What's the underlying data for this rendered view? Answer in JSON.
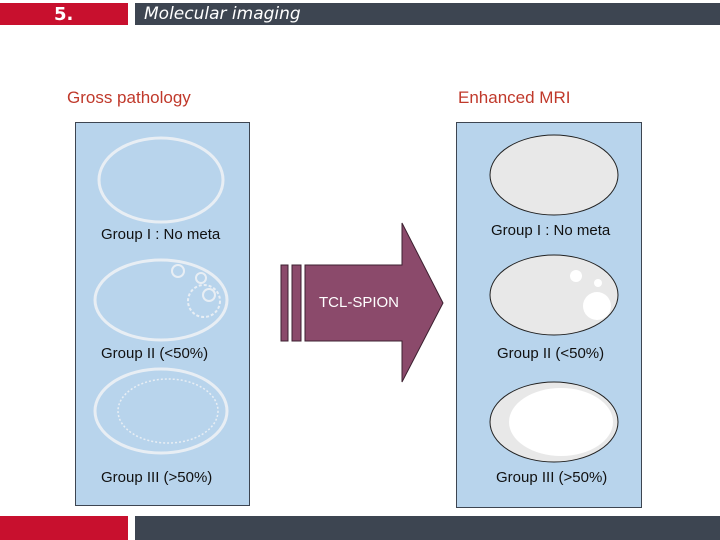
{
  "header": {
    "slide_number": "5.",
    "title": "Molecular imaging"
  },
  "left_column": {
    "heading": "Gross pathology",
    "groups": [
      {
        "label": "Group I : No meta"
      },
      {
        "label": "Group II (<50%)"
      },
      {
        "label": "Group III (>50%)"
      }
    ]
  },
  "right_column": {
    "heading": "Enhanced MRI",
    "groups": [
      {
        "label": "Group I : No meta"
      },
      {
        "label": "Group II (<50%)"
      },
      {
        "label": "Group III (>50%)"
      }
    ]
  },
  "arrow": {
    "label": "TCL-SPION"
  },
  "colors": {
    "accent_red": "#c8102e",
    "header_dark": "#3d4551",
    "panel_blue": "#b8d4ec",
    "arrow_purple": "#8b4a6b",
    "heading_red": "#c0392b"
  }
}
